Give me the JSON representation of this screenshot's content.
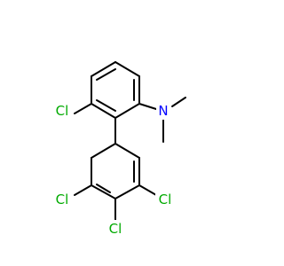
{
  "molecule": {
    "atom_labels": {
      "cl_1": "Cl",
      "nitrogen": "N",
      "cl_2": "Cl",
      "cl_3": "Cl",
      "cl_4": "Cl"
    },
    "colors": {
      "bond": "#000000",
      "chlorine": "#00aa00",
      "nitrogen": "#0000ff",
      "background": "#ffffff"
    }
  }
}
